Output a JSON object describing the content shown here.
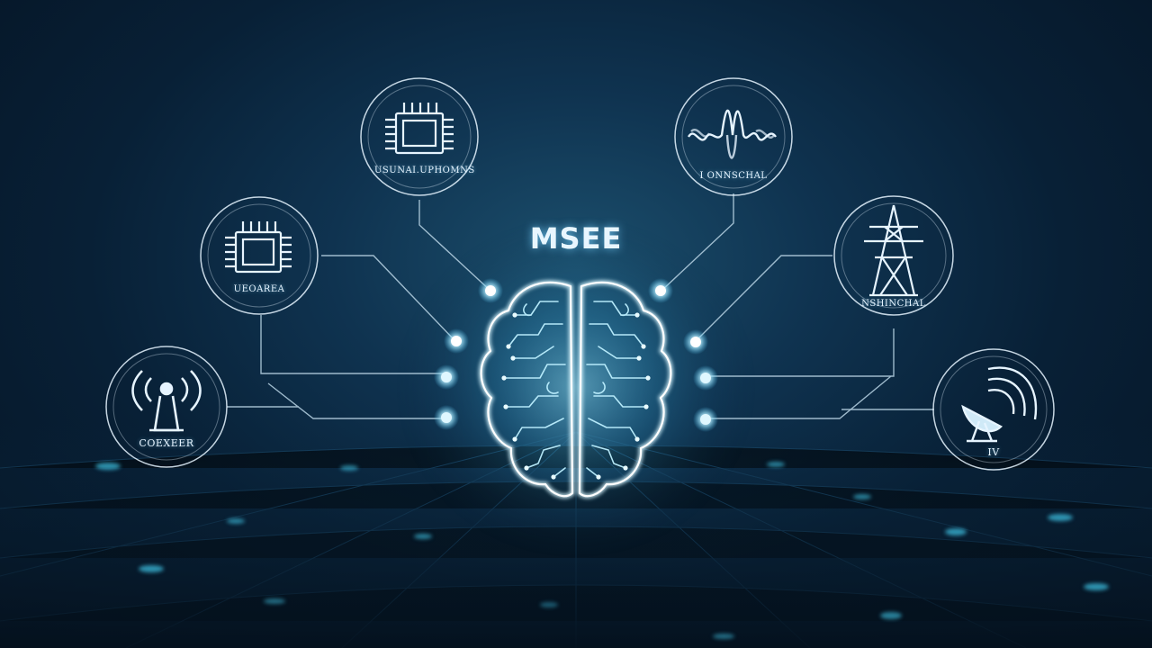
{
  "scene": {
    "title": "MSEE"
  },
  "nodes": [
    {
      "name": "chip-node-top",
      "icon": "microchip-icon",
      "label": "USUNAI.UPHOMNS"
    },
    {
      "name": "chip-node-left",
      "icon": "microchip-icon",
      "label": "UEOAREA"
    },
    {
      "name": "antenna-node",
      "icon": "antenna-tower-icon",
      "label": "COEXEER"
    },
    {
      "name": "waveform-node",
      "icon": "waveform-icon",
      "label": "I ONNSCHAL"
    },
    {
      "name": "power-tower-node",
      "icon": "power-tower-icon",
      "label": "NSHINCHAL"
    },
    {
      "name": "satellite-node",
      "icon": "satellite-dish-icon",
      "label": "IV"
    }
  ],
  "colors": {
    "background": "#06182a",
    "glow": "#7fdcff",
    "line": "#b9d4e4"
  }
}
